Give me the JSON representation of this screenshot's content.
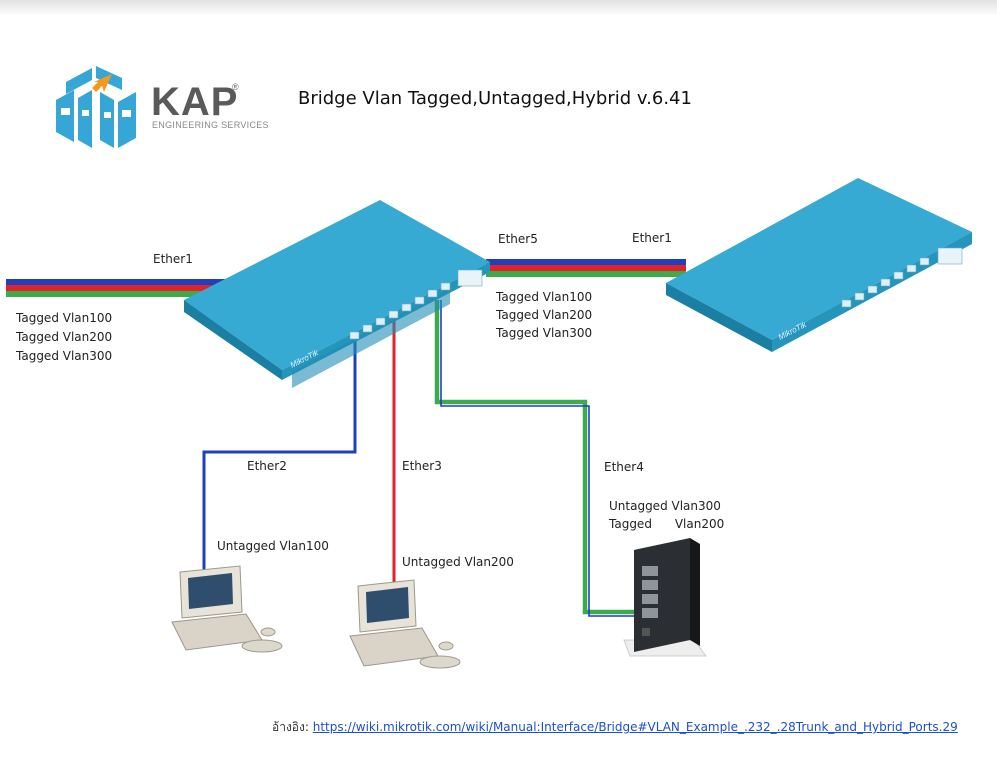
{
  "header": {
    "title": "Bridge Vlan Tagged,Untagged,Hybrid v.6.41",
    "logo": {
      "name": "KAP",
      "registered": "®",
      "subtitle": "ENGINEERING SERVICES"
    }
  },
  "colors": {
    "vlan100": "#1f3fbf",
    "vlan200": "#e32126",
    "vlan300": "#3cab4a",
    "switch_top": "#35a9d0",
    "switch_side": "#1d86aa"
  },
  "trunk_left": {
    "port": "Ether1",
    "labels": [
      "Tagged Vlan100",
      "Tagged Vlan200",
      "Tagged Vlan300"
    ]
  },
  "trunk_middle": {
    "port_a": "Ether5",
    "port_b": "Ether1",
    "labels": [
      "Tagged Vlan100",
      "Tagged Vlan200",
      "Tagged Vlan300"
    ]
  },
  "switch": {
    "brand": "MikroTik"
  },
  "access_ports": [
    {
      "port": "Ether2",
      "label": "Untagged Vlan100"
    },
    {
      "port": "Ether3",
      "label": "Untagged Vlan200"
    },
    {
      "port": "Ether4",
      "labels": [
        "Untagged Vlan300",
        "Tagged      Vlan200"
      ]
    }
  ],
  "reference": {
    "prefix": "อ้างอิง:",
    "link": "https://wiki.mikrotik.com/wiki/Manual:Interface/Bridge#VLAN_Example_.232_.28Trunk_and_Hybrid_Ports.29"
  }
}
